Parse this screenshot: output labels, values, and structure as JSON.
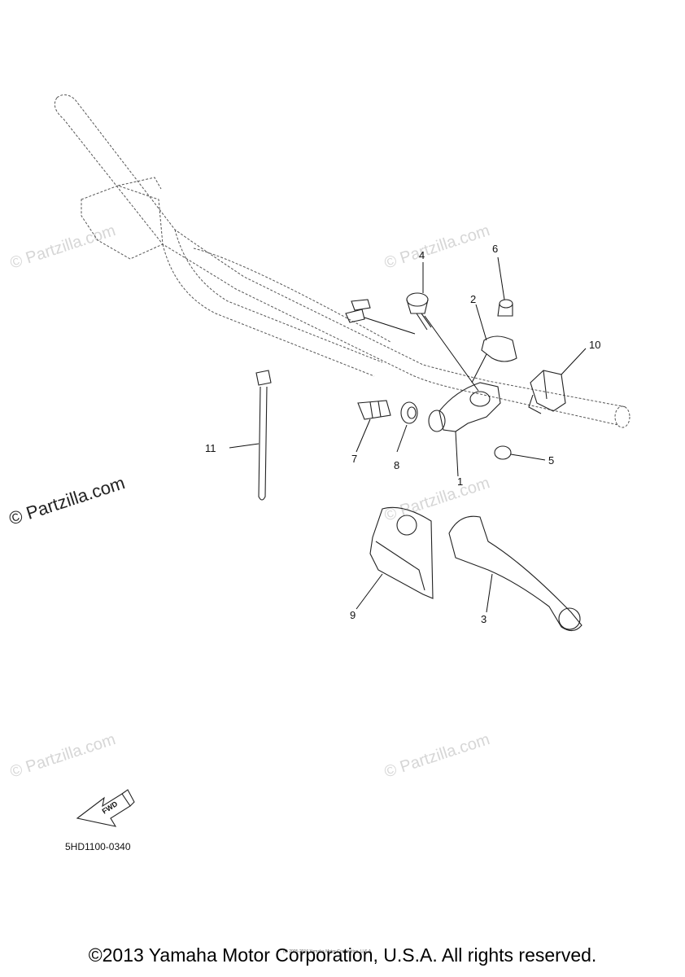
{
  "diagram": {
    "part_code": "5HD1100-0340",
    "fwd_label": "FWD",
    "small_credit": "(c) 2005-2016 Yamaha Motor Corporation, U.S.A.",
    "watermark_text": "© Partzilla.com",
    "callouts": [
      "1",
      "2",
      "3",
      "4",
      "5",
      "6",
      "7",
      "8",
      "9",
      "10",
      "11"
    ]
  },
  "footer": {
    "copyright": "©2013 Yamaha Motor Corporation, U.S.A. All rights reserved."
  }
}
